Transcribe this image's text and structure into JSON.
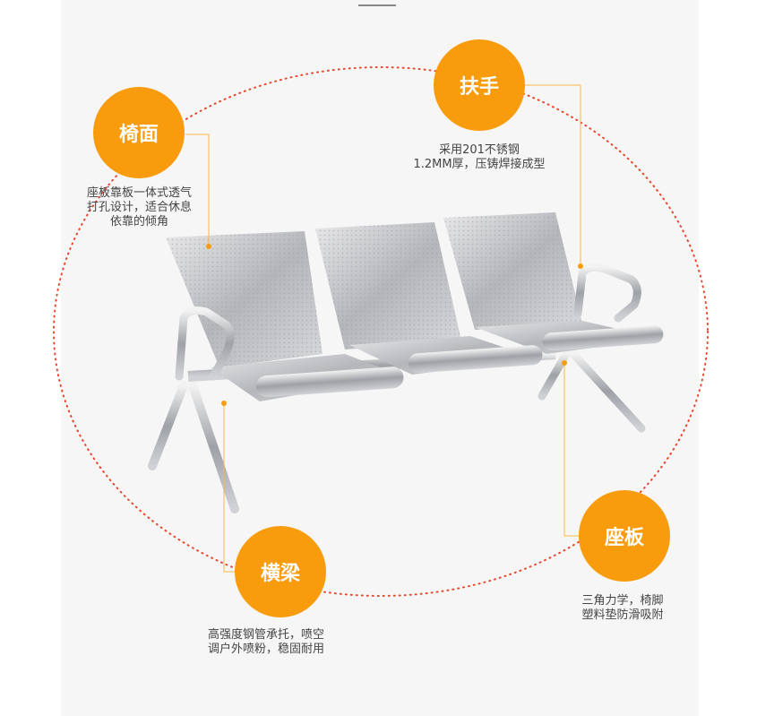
{
  "callouts": [
    {
      "title": "椅面",
      "desc": [
        "座板靠板一体式透气",
        "打孔设计，适合休息",
        "依靠的倾角"
      ]
    },
    {
      "title": "扶手",
      "desc": [
        "采用201不锈钢",
        "1.2MM厚，压铸焊接成型"
      ]
    },
    {
      "title": "横梁",
      "desc": [
        "高强度钢管承托，喷空",
        "调户外喷粉，稳固耐用"
      ]
    },
    {
      "title": "座板",
      "desc": [
        "三角力学，椅脚",
        "塑料垫防滑吸附"
      ]
    }
  ],
  "colors": {
    "accent": "#f89c0e",
    "dots": "#e8462b"
  }
}
